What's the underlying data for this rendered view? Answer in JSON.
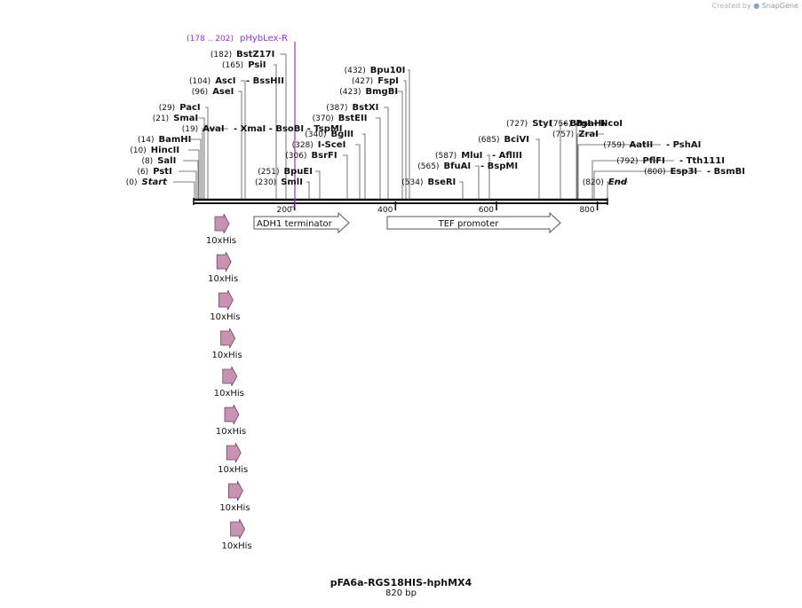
{
  "credit": {
    "prefix": "Created by",
    "brand": "SnapGene"
  },
  "map": {
    "name": "pFA6a-RGS18HIS-hphMX4",
    "length_label": "820 bp",
    "length_bp": 820,
    "colors": {
      "backbone": "#111111",
      "primer": "#9933cc",
      "his_tag": "#c992b2",
      "feature_fill": "#ffffff",
      "feature_stroke": "#555555",
      "tick_line": "#555555"
    },
    "ticks": [
      {
        "pos": 200,
        "label": "200"
      },
      {
        "pos": 400,
        "label": "400"
      },
      {
        "pos": 600,
        "label": "600"
      },
      {
        "pos": 800,
        "label": "800"
      }
    ],
    "sites": [
      {
        "pos": "(0)",
        "name": "Start",
        "italic": true
      },
      {
        "pos": "(6)",
        "name": "PstI"
      },
      {
        "pos": "(8)",
        "name": "SalI"
      },
      {
        "pos": "(10)",
        "name": "HincII"
      },
      {
        "pos": "(14)",
        "name": "BamHI"
      },
      {
        "pos": "(19)",
        "name": "AvaI",
        "extra": "- XmaI   - BsoBI   - TspMI"
      },
      {
        "pos": "(21)",
        "name": "SmaI"
      },
      {
        "pos": "(29)",
        "name": "PacI"
      },
      {
        "pos": "(96)",
        "name": "AseI"
      },
      {
        "pos": "(104)",
        "name": "AscI",
        "extra": "- BssHII"
      },
      {
        "pos": "(165)",
        "name": "PsiI"
      },
      {
        "pos": "(182)",
        "name": "BstZ17I"
      },
      {
        "pos": "(230)",
        "name": "SmlI"
      },
      {
        "pos": "(251)",
        "name": "BpuEI"
      },
      {
        "pos": "(306)",
        "name": "BsrFI"
      },
      {
        "pos": "(328)",
        "name": "I-SceI"
      },
      {
        "pos": "(340)",
        "name": "BglII"
      },
      {
        "pos": "(370)",
        "name": "BstEII"
      },
      {
        "pos": "(387)",
        "name": "BstXI"
      },
      {
        "pos": "(423)",
        "name": "BmgBI"
      },
      {
        "pos": "(427)",
        "name": "FspI"
      },
      {
        "pos": "(432)",
        "name": "Bpu10I"
      },
      {
        "pos": "(534)",
        "name": "BseRI"
      },
      {
        "pos": "(565)",
        "name": "BfuAI",
        "extra": "- BspMI"
      },
      {
        "pos": "(587)",
        "name": "MluI",
        "extra": "- AflIII"
      },
      {
        "pos": "(685)",
        "name": "BciVI"
      },
      {
        "pos": "(727)",
        "name": "StyI",
        "extra": "- BtgI   - NcoI"
      },
      {
        "pos": "(756)",
        "name": "BsaHI"
      },
      {
        "pos": "(757)",
        "name": "ZraI"
      },
      {
        "pos": "(759)",
        "name": "AatII",
        "extra": "- PshAI"
      },
      {
        "pos": "(792)",
        "name": "PflFI",
        "extra": "- Tth111I"
      },
      {
        "pos": "(800)",
        "name": "Esp3I",
        "extra": "- BsmBI"
      },
      {
        "pos": "(820)",
        "name": "End",
        "italic": true
      }
    ],
    "primer": {
      "range": "(178 .. 202)",
      "name": "pHybLex-R"
    },
    "features": [
      {
        "name": "ADH1 terminator",
        "type": "terminator"
      },
      {
        "name": "TEF promoter",
        "type": "promoter"
      }
    ],
    "his_tags": [
      "10xHis",
      "10xHis",
      "10xHis",
      "10xHis",
      "10xHis",
      "10xHis",
      "10xHis",
      "10xHis",
      "10xHis"
    ]
  }
}
